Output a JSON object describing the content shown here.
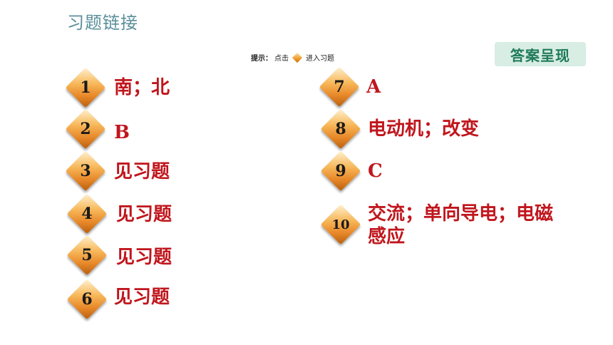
{
  "title": "习题链接",
  "hint": {
    "prefix": "提示：",
    "text1": "点击",
    "text2": "进入习题"
  },
  "answer_button": "答案呈现",
  "colors": {
    "answer_text": "#c0161d",
    "title": "#5a8f9a",
    "badge": "#f0a030"
  },
  "items": [
    {
      "num": "1",
      "answer": "南；北"
    },
    {
      "num": "2",
      "answer": "B"
    },
    {
      "num": "3",
      "answer": "见习题"
    },
    {
      "num": "4",
      "answer": "见习题"
    },
    {
      "num": "5",
      "answer": "见习题"
    },
    {
      "num": "6",
      "answer": "见习题"
    },
    {
      "num": "7",
      "answer": "A"
    },
    {
      "num": "8",
      "answer": "电动机；改变"
    },
    {
      "num": "9",
      "answer": "C"
    },
    {
      "num": "10",
      "answer": "交流；单向导电；电磁感应"
    }
  ]
}
